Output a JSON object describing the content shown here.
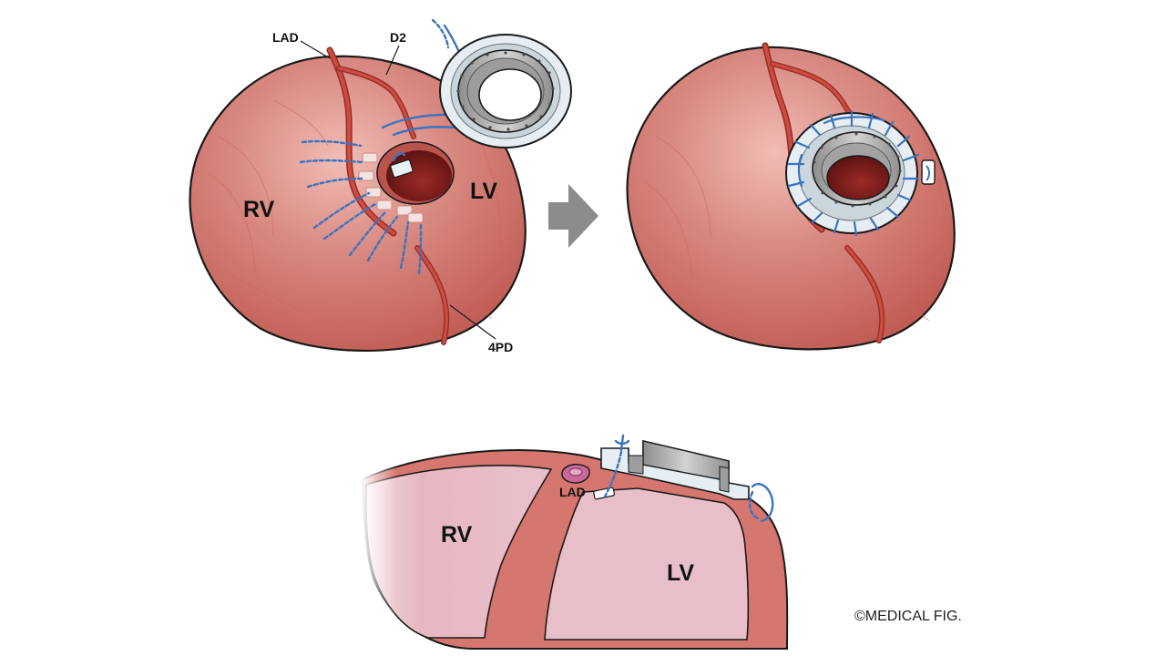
{
  "figure": {
    "left_heart": {
      "labels": {
        "rv": "RV",
        "lv": "LV",
        "lad": "LAD",
        "d2": "D2",
        "pd": "4PD"
      }
    },
    "right_heart": {},
    "cross_section": {
      "labels": {
        "rv": "RV",
        "lv": "LV",
        "lad": "LAD"
      }
    },
    "copyright": "©MEDICAL FIG.",
    "colors": {
      "myocardium": "#d5766f",
      "myocardium_dark": "#b9544d",
      "artery": "#c9433a",
      "cavity": "#eec2cc",
      "hole": "#7e1d1c",
      "suture": "#3b73c0",
      "device_gray": "#a9a9a9",
      "felt": "#e6eef3",
      "arrow": "#8c8c8c"
    }
  }
}
